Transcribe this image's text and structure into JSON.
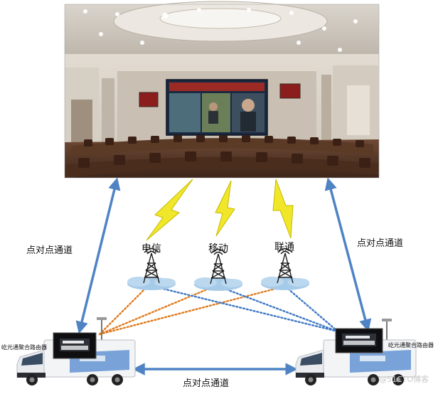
{
  "labels": {
    "p2p_left": "点对点通道",
    "p2p_right": "点对点通道",
    "p2p_bottom": "点对点通道"
  },
  "carriers": [
    {
      "name": "电信",
      "icon": "cell-tower-icon"
    },
    {
      "name": "移动",
      "icon": "cell-tower-icon"
    },
    {
      "name": "联通",
      "icon": "cell-tower-icon"
    }
  ],
  "routers": {
    "left": "屹元通聚合路由器",
    "right": "屹元通聚合路由器"
  },
  "watermark": "@51CTO博客",
  "icons": {
    "scene": "conference-room-photo",
    "vehicle": "broadcast-truck-icon",
    "tower": "cell-tower-icon",
    "signal": "lightning-bolt-icon",
    "router": "router-device-icon"
  },
  "colors": {
    "arrow_blue": "#4f83c4",
    "dotted_orange": "#e07a1c",
    "dotted_blue": "#3f79c4",
    "bolt_yellow": "#f0e62a",
    "bolt_edge": "#c7b900",
    "cloud_blue": "#a6cbe9",
    "truck_white": "#f3f4f6",
    "truck_blue": "#5a8fd1",
    "screen_wall": "#1a2940"
  }
}
